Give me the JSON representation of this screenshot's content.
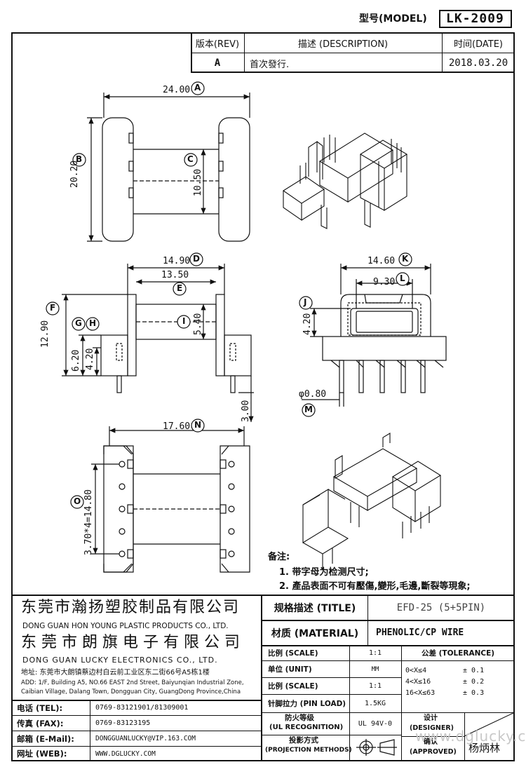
{
  "header": {
    "model_label": "型号(MODEL)",
    "model_value": "LK-2009",
    "rev_label": "版本(REV)",
    "desc_label": "描述 (DESCRIPTION)",
    "date_label": "时间(DATE)",
    "rev_value": "A",
    "desc_value": "首次發行.",
    "date_value": "2018.03.20"
  },
  "dimensions": {
    "A": "24.00",
    "B": "20.20",
    "C": "10.50",
    "D": "14.90",
    "E": "13.50",
    "F": "12.90",
    "G": "6.20",
    "H": "4.20",
    "I": "5.40",
    "J": "4.20",
    "K": "14.60",
    "L": "9.30",
    "M": "φ0.80",
    "N": "17.60",
    "O": "3.70*4=14.80",
    "pin_len": "3.00"
  },
  "markers": [
    "A",
    "B",
    "C",
    "D",
    "E",
    "F",
    "G",
    "H",
    "I",
    "J",
    "K",
    "L",
    "M",
    "N",
    "O"
  ],
  "notes": {
    "title": "备注:",
    "items": [
      "1. 带字母为检测尺寸;",
      "2. 產品表面不可有壓傷,變形,毛邊,斷裂等現象;"
    ]
  },
  "company": {
    "cn1": "东莞市瀚扬塑胶制品有限公司",
    "en1": "DONG GUAN HON YOUNG PLASTIC PRODUCTS CO., LTD.",
    "cn2": "东 莞 市 朗 旗 电 子 有 限 公 司",
    "en2": "DONG GUAN LUCKY ELECTRONICS CO., LTD.",
    "addr1": "地址: 东莞市大朗镇蔡边村白云前工业区东二街66号A5栋1楼",
    "addr2": "ADD: 1/F, Building A5, NO.66 EAST 2nd Street, Baiyunqian Industrial Zone,",
    "addr3": "Caibian Village, Dalang Town, Dongguan City, GuangDong Province,China"
  },
  "contacts": [
    {
      "label": "电话 (TEL):",
      "value": "0769-83121901/81309001"
    },
    {
      "label": "传真 (FAX):",
      "value": "0769-83123195"
    },
    {
      "label": "邮箱 (E-Mail):",
      "value": "DONGGUANLUCKY@VIP.163.COM"
    },
    {
      "label": "网址 (WEB):",
      "value": "WWW.DGLUCKY.COM"
    }
  ],
  "spec": {
    "title_label": "规格描述 (TITLE)",
    "title_value": "EFD-25 (5+5PIN)",
    "material_label": "材质 (MATERIAL)",
    "material_value": "PHENOLIC/CP WIRE",
    "scale_label": "比例 (SCALE)",
    "scale_value": "1:1",
    "unit_label": "单位 (UNIT)",
    "unit_value": "MM",
    "scale2_label": "比例 (SCALE)",
    "scale2_value": "1:1",
    "pinload_label": "针脚拉力 (PIN LOAD)",
    "pinload_value": "1.5KG",
    "fire_label_cn": "防火等级",
    "fire_label_en": "(UL RECOGNITION)",
    "fire_value": "UL 94V-0",
    "proj_label_cn": "投影方式",
    "proj_label_en": "(PROJECTION METHODS)",
    "tolerance_label": "公差 (TOLERANCE)",
    "tolerances": [
      {
        "range": "0<X≤4",
        "value": "± 0.1"
      },
      {
        "range": "4<X≤16",
        "value": "± 0.2"
      },
      {
        "range": "16<X≤63",
        "value": "± 0.3"
      }
    ],
    "designer_label_cn": "设计",
    "designer_label_en": "(DESIGNER)",
    "approved_label_cn": "确认",
    "approved_label_en": "(APPROVED)",
    "approved_value": "杨炳林"
  },
  "watermark": "www.dglucky.com",
  "colors": {
    "line": "#111111",
    "watermark": "#c8c8c8"
  }
}
